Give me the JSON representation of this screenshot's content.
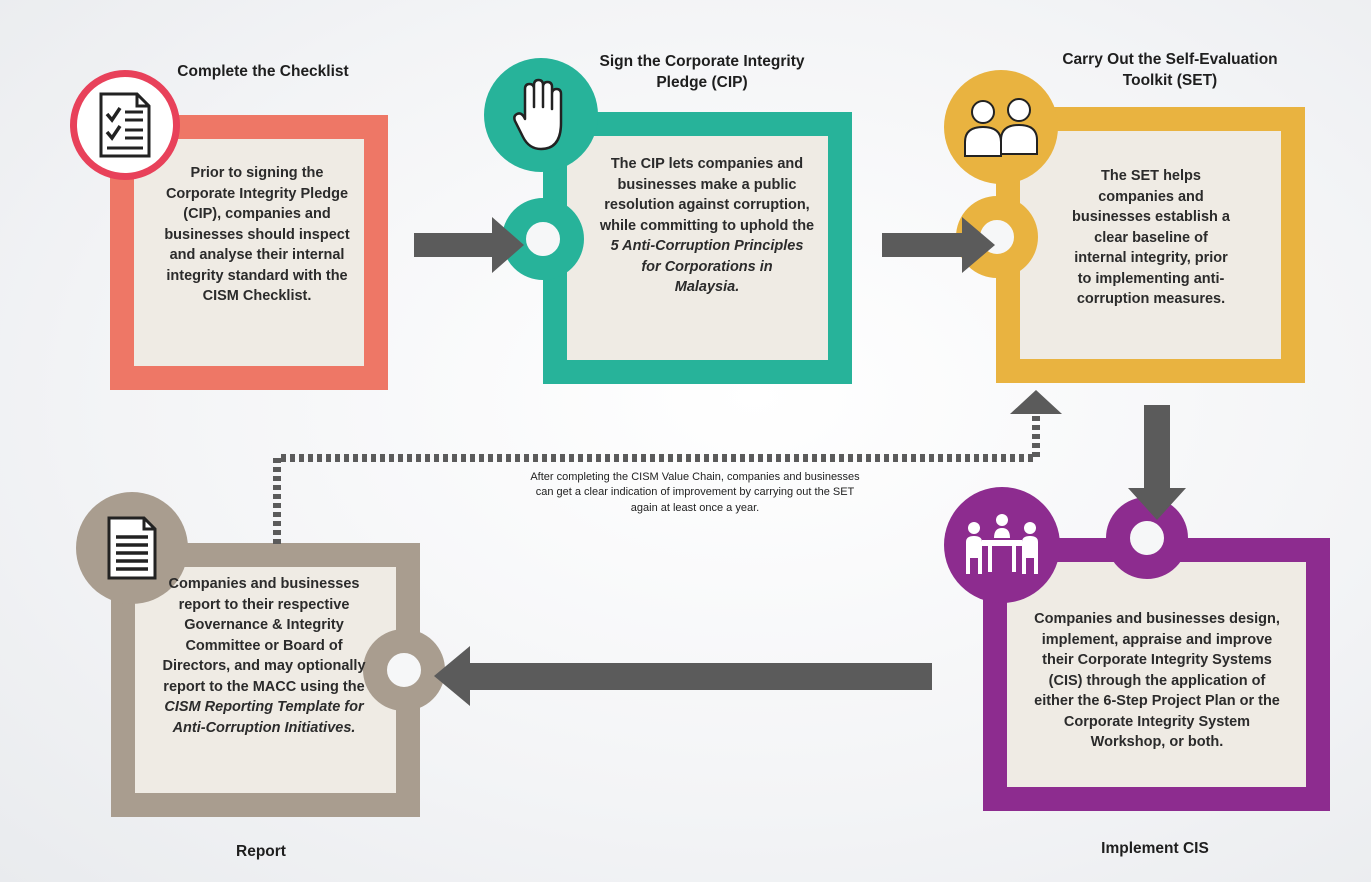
{
  "steps": {
    "checklist": {
      "title": "Complete the Checklist",
      "body": "Prior to signing the Corporate Integrity Pledge (CIP), companies and businesses should inspect and analyse their internal integrity standard with the CISM Checklist.",
      "color": "#ee7766",
      "icon": "checklist-icon"
    },
    "pledge": {
      "title_line1": "Sign the Corporate Integrity",
      "title_line2": "Pledge (CIP)",
      "body": "The CIP lets companies and businesses make a public resolution against corruption, while committing to uphold the",
      "body_italic": "5 Anti-Corruption Principles for Corporations in Malaysia.",
      "color": "#27b39a",
      "icon": "raised-hand-icon"
    },
    "set": {
      "title_line1": "Carry Out the Self-Evaluation",
      "title_line2": "Toolkit (SET)",
      "body": "The SET helps companies and businesses establish a clear baseline of internal integrity, prior to implementing anti-corruption measures.",
      "color": "#e9b340",
      "icon": "people-icon"
    },
    "implement": {
      "title": "Implement CIS",
      "body": "Companies and businesses design, implement, appraise and improve their Corporate Integrity Systems (CIS) through the application of either the 6-Step Project Plan or the Corporate Integrity System Workshop, or both.",
      "color": "#8d2c8f",
      "icon": "meeting-icon"
    },
    "report": {
      "title": "Report",
      "body": "Companies and businesses report to their respective Governance & Integrity Committee or Board of Directors, and may optionally report to the MACC using the",
      "body_italic": "CISM Reporting Template for Anti-Corruption Initiatives.",
      "color": "#a99d8f",
      "icon": "document-icon"
    }
  },
  "loop_note": "After completing the CISM Value Chain, companies and businesses can get a clear indication of improvement by carrying out the SET again at least once a year.",
  "colors": {
    "arrow": "#5b5b5b",
    "panel": "#efebe4"
  }
}
